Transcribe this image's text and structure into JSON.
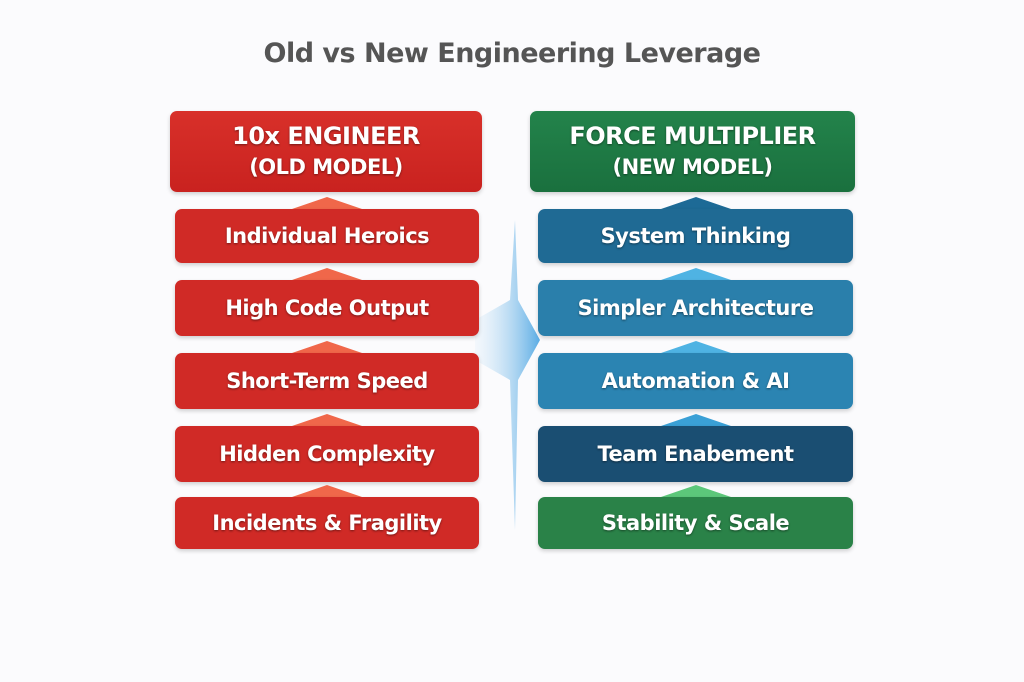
{
  "title": "Old vs New Engineering Leverage",
  "left": {
    "header": {
      "line1": "10x ENGINEER",
      "line2": "(OLD MODEL)"
    },
    "items": [
      "Individual Heroics",
      "High Code Output",
      "Short-Term Speed",
      "Hidden Complexity",
      "Incidents & Fragility"
    ],
    "colors": {
      "header": "#d42a25",
      "row": "#d02a26",
      "chevron": "#f0674a"
    }
  },
  "right": {
    "header": {
      "line1": "FORCE MULTIPLIER",
      "line2": "(NEW MODEL)"
    },
    "items": [
      "System Thinking",
      "Simpler Architecture",
      "Automation & AI",
      "Team Enabement",
      "Stability & Scale"
    ],
    "colors": {
      "header": "#1e7a45",
      "rows": [
        "#1f6a94",
        "#2a7fab",
        "#2b84b2",
        "#1a4e72",
        "#2a8248"
      ],
      "chevrons": [
        "#1d6a96",
        "#4fb3e3",
        "#4fb3e3",
        "#3aa0d6",
        "#5cc77a"
      ]
    }
  },
  "transition_icon": "arrow-right-icon"
}
